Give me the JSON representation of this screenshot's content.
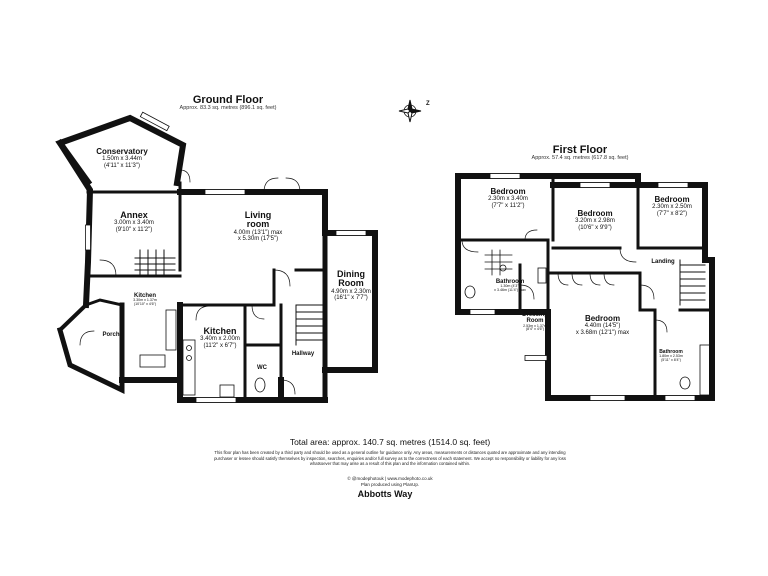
{
  "ground_floor": {
    "title": "Ground Floor",
    "area": "Approx. 83.3 sq. metres (896.1 sq. feet)",
    "rooms": {
      "conservatory": {
        "name": "Conservatory",
        "dim_m": "1.50m x 3.44m",
        "dim_ft": "(4'11\" x 11'3\")"
      },
      "annex": {
        "name": "Annex",
        "dim_m": "3.00m x 3.40m",
        "dim_ft": "(9'10\" x 11'2\")"
      },
      "living": {
        "name": "Living",
        "name2": "room",
        "dim_m": "4.00m (13'1\") max",
        "dim_ft": "x 5.30m (17'5\")"
      },
      "dining": {
        "name": "Dining",
        "name2": "Room",
        "dim_m": "4.90m x 2.30m",
        "dim_ft": "(16'1\" x 7'7\")"
      },
      "annex_kitchen": {
        "name": "Kitchen",
        "dim_m": "3.30m x 1.37m",
        "dim_ft": "(10'10\" x 4'6\")"
      },
      "kitchen": {
        "name": "Kitchen",
        "dim_m": "3.40m x 2.00m",
        "dim_ft": "(11'2\" x 6'7\")"
      },
      "porch": {
        "name": "Porch"
      },
      "wc": {
        "name": "WC"
      },
      "hallway": {
        "name": "Hallway"
      }
    }
  },
  "first_floor": {
    "title": "First Floor",
    "area": "Approx. 57.4 sq. metres (617.8 sq. feet)",
    "rooms": {
      "bedroom1": {
        "name": "Bedroom",
        "dim_m": "2.30m x 3.40m",
        "dim_ft": "(7'7\" x 11'2\")"
      },
      "bedroom2": {
        "name": "Bedroom",
        "dim_m": "3.20m x 2.98m",
        "dim_ft": "(10'6\" x 9'9\")"
      },
      "bedroom3": {
        "name": "Bedroom",
        "dim_m": "2.30m x 2.50m",
        "dim_ft": "(7'7\" x 8'2\")"
      },
      "bedroom4": {
        "name": "Bedroom",
        "dim_m": "4.40m (14'5\")",
        "dim_ft": "x 3.68m (12'1\") max"
      },
      "bathroom1": {
        "name": "Bathroom",
        "dim_m": "1.30m (4'3\")",
        "dim_ft": "x 3.46m (11'4\") max"
      },
      "bathroom2": {
        "name": "Bathroom",
        "dim_m": "1.80m x 2.53m",
        "dim_ft": "(5'11\" x 8'4\")"
      },
      "dressing": {
        "name": "Dressing",
        "name2": "Room",
        "dim_m": "2.53m x 1.37m",
        "dim_ft": "(8'4\" x 4'6\")"
      },
      "landing": {
        "name": "Landing"
      }
    }
  },
  "footer": {
    "total": "Total area: approx. 140.7 sq. metres (1514.0 sq. feet)",
    "disclaimer1": "This floor plan has been created by a third party and should be used as a general outline for guidance only. Any areas, measurements or distances quoted are approximate and any intending",
    "disclaimer2": "purchaser or lessee should satisfy themselves by inspection, searches, enquiries and/or full survey as to the correctness of each statement. We accept no responsibility or liability for any loss",
    "disclaimer3": "whatsoever that may arise as a result of this plan and the information contained within.",
    "credit1": "© @modephotouk | www.modephoto.co.uk",
    "credit2": "Plan produced using PlanUp.",
    "address": "Abbotts Way"
  },
  "compass": {
    "letter": "Z"
  }
}
